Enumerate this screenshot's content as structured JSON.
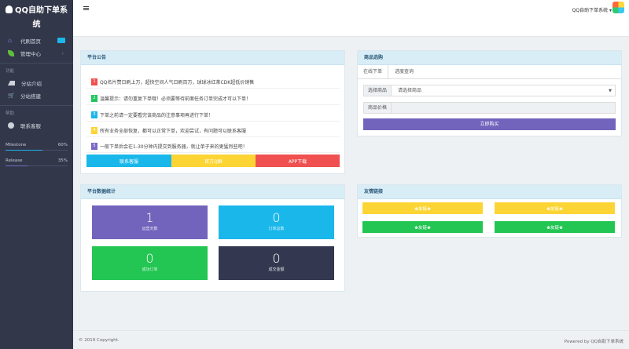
{
  "sidebar": {
    "brand": "QQ自助下单系",
    "brand_wrap": "统",
    "items": [
      {
        "label": "代刷首页",
        "icon": "home-icon"
      },
      {
        "label": "管理中心",
        "icon": "leaf-icon"
      }
    ],
    "section1": "功能",
    "items2": [
      {
        "label": "分站介绍",
        "icon": "signal-icon"
      },
      {
        "label": "分站搭建",
        "icon": "cart-icon"
      }
    ],
    "section2": "帮助",
    "items3": [
      {
        "label": "联系客服",
        "icon": "info-icon"
      }
    ],
    "progress": [
      {
        "label": "Milestone",
        "value": "60%",
        "pct": 60,
        "color": "#1ab7ea"
      },
      {
        "label": "Release",
        "value": "35%",
        "pct": 35,
        "color": "#7c67c4"
      }
    ]
  },
  "header": {
    "user": "QQ自助下单系统 ▾"
  },
  "notice": {
    "title": "平台公告",
    "items": [
      {
        "n": "1",
        "color": "#ef4f4f",
        "text": "QQ名片赞日刷上万，超快空间人气日刷百万，球球冰红茶CDK超低价销售"
      },
      {
        "n": "2",
        "color": "#22c55e",
        "text": "温馨提示：请勿重复下单哦！必须要等待前面任务订单完成才可以下单！"
      },
      {
        "n": "3",
        "color": "#1ab7ea",
        "text": "下单之前请一定要看完该商品的注意事项再进行下单！"
      },
      {
        "n": "4",
        "color": "#fcd535",
        "text": "所有业务全部恢复，都可以正常下单，欢迎尝试，有问题可以联系客服"
      },
      {
        "n": "5",
        "color": "#7c67c4",
        "text": "一般下单后会在1-30分钟内提交到服务器，就让单子来的更猛烈些吧！"
      }
    ],
    "buttons": [
      {
        "label": "联系客服",
        "color": "#1ab7ea"
      },
      {
        "label": "官方Q群",
        "color": "#fcd535"
      },
      {
        "label": "APP下载",
        "color": "#f05050"
      }
    ]
  },
  "shop": {
    "title": "商品选购",
    "tabs": [
      "在线下单",
      "进度查询"
    ],
    "select_label": "选择商品",
    "select_value": "请选择商品",
    "price_label": "商品价格",
    "buy": "立即购买"
  },
  "stats": {
    "title": "平台数据统计",
    "tiles": [
      {
        "value": "1",
        "label": "运营天数",
        "color": "#7264bc"
      },
      {
        "value": "0",
        "label": "订单总数",
        "color": "#1ab7ea"
      },
      {
        "value": "0",
        "label": "成功订单",
        "color": "#23c553"
      },
      {
        "value": "0",
        "label": "成交金额",
        "color": "#333850"
      }
    ]
  },
  "links": {
    "title": "友情链接",
    "items": [
      {
        "label": "♚友链♚",
        "color": "#fcd535"
      },
      {
        "label": "♚友链♚",
        "color": "#fcd535"
      },
      {
        "label": "♚友链♚",
        "color": "#23c553"
      },
      {
        "label": "♚友链♚",
        "color": "#23c553"
      }
    ]
  },
  "footer": {
    "left": "© 2019 Copyright.",
    "right": "Powered by QQ自助下单系统"
  }
}
